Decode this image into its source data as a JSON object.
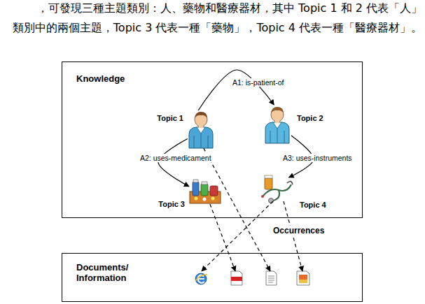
{
  "diagram": {
    "nodes": [
      {
        "text": [
          "Knowledge"
        ]
      },
      {
        "text": [
          "Topic 1"
        ],
        "in": 0
      },
      {
        "text": [
          "Topic 2"
        ],
        "in": 0
      },
      {
        "text": [
          "Topic 3"
        ],
        "in": 0
      },
      {
        "text": [
          "Topic 4"
        ],
        "in": 0
      },
      {
        "text": [
          "Documents/ Information"
        ]
      }
    ],
    "edges": [
      {
        "from": 1,
        "to": 2,
        "label": "A1: is-patient-of",
        "arrow": "to"
      },
      {
        "from": 1,
        "to": 3,
        "label": "A2: uses-medicament",
        "arrow": "to"
      },
      {
        "from": 2,
        "to": 4,
        "label": "A3: uses-instruments",
        "arrow": "to"
      },
      {
        "from": 1,
        "to": 5,
        "arrow": "to"
      },
      {
        "from": 3,
        "to": 5,
        "arrow": "to"
      },
      {
        "from": 4,
        "to": 5,
        "arrow": "to"
      },
      {
        "from": 4,
        "to": 5,
        "arrow": "to"
      }
    ],
    "labels": [
      "，可發現三種主題類別：人、藥物和醫療器材，其中 Topic 1 和 2 代表「人」",
      "類別中的兩個主題，Topic 3 代表一種「藥物」，Topic 4 代表一種「醫療器材」。",
      "Occurrences"
    ]
  }
}
